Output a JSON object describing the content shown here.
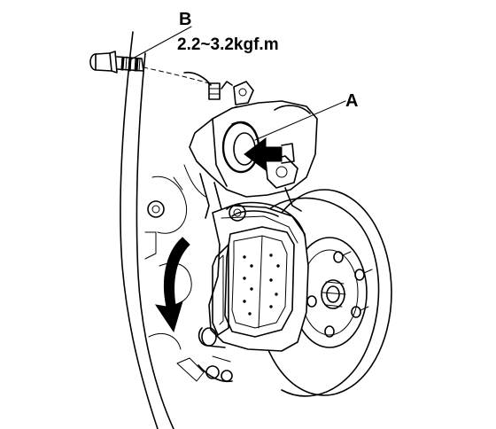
{
  "labels": {
    "callout_a": "A",
    "callout_b": "B",
    "torque_spec": "2.2~3.2kgf.m"
  },
  "colors": {
    "ink": "#000000",
    "paper": "#ffffff"
  },
  "icons": {
    "insertion_arrow": "arrow-into-piston-icon",
    "rotation_arrow": "curved-pivot-arrow-icon",
    "bolt": "flange-bolt-icon"
  }
}
